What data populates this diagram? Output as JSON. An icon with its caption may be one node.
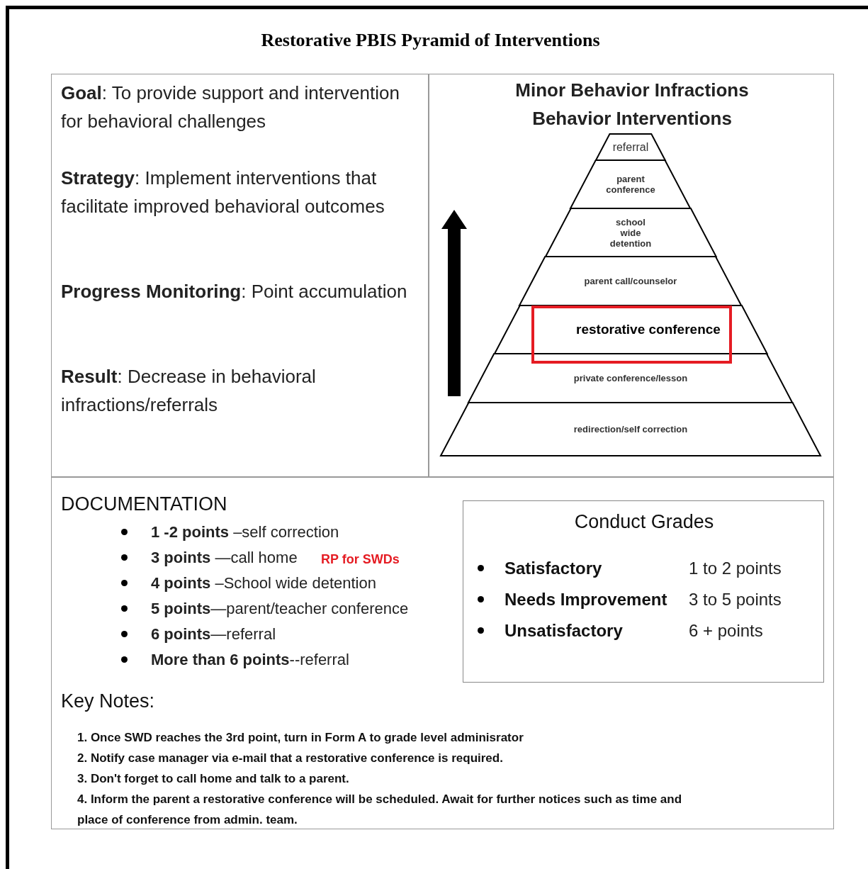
{
  "diagram": {
    "title": "Restorative PBIS Pyramid of Interventions",
    "nodes": [
      {
        "text": [
          "**Goal**: To provide support and intervention for behavioral challenges",
          "**Strategy**: Implement interventions that facilitate improved behavioral outcomes",
          "**Progress Monitoring**: Point accumulation",
          "**Result**: Decrease in behavioral infractions/referrals"
        ]
      },
      {
        "text": [
          "Minor Behavior Infractions",
          "Behavior Interventions"
        ]
      },
      {
        "text": [
          "referral"
        ],
        "in": 1
      },
      {
        "text": [
          "parent conference"
        ],
        "in": 1
      },
      {
        "text": [
          "school wide detention"
        ],
        "in": 1
      },
      {
        "text": [
          "parent call/counselor"
        ],
        "in": 1
      },
      {
        "text": [
          "restorative conference"
        ],
        "in": 1
      },
      {
        "text": [
          "private conference/lesson"
        ],
        "in": 1
      },
      {
        "text": [
          "redirection/self correction"
        ],
        "in": 1
      },
      {
        "text": [
          "DOCUMENTATION",
          "**1 -2 points** –self correction",
          "**3 points** —call home",
          "RP for SWDs",
          "**4 points** –School wide detention",
          "**5 points**—parent/teacher conference",
          "**6 points**—referral",
          "**More than 6 points**--referral",
          "Key Notes:",
          "1. Once SWD reaches the 3rd point, turn in Form A to grade level adminisrator",
          "2. Notify case manager via e-mail that a restorative conference is required.",
          "3. Don't forget to call home and talk to a parent.",
          "4. Inform the parent a restorative conference will be scheduled. Await for further notices such as time and place of conference from admin. team."
        ]
      },
      {
        "text": [
          "Conduct Grades",
          "Satisfactory",
          "1 to 2 points",
          "Needs Improvement",
          "3 to 5 points",
          "Unsatisfactory",
          "6 + points"
        ],
        "in": 9
      }
    ],
    "edges": []
  }
}
